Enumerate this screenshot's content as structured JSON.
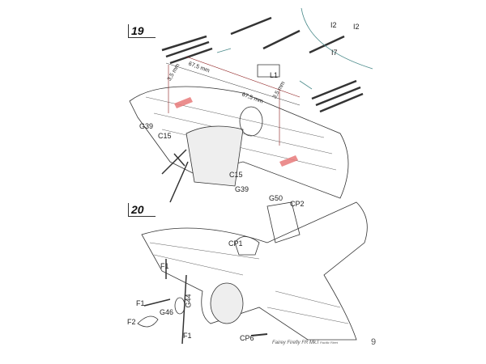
{
  "steps": [
    {
      "number": "19"
    },
    {
      "number": "20"
    }
  ],
  "dimensions": {
    "gap_left": "3,5 mm",
    "span_left": "67,5 mm",
    "span_right": "67,5 mm",
    "gap_right": "3,5 mm"
  },
  "parts": {
    "i2a": "I2",
    "i2b": "I2",
    "i7": "I7",
    "l1": "L1",
    "g39a": "G39",
    "c15a": "C15",
    "c15b": "C15",
    "g39b": "G39",
    "g50": "G50",
    "cp2": "CP2",
    "cp1": "CP1",
    "f1a": "F1",
    "f1b": "F1",
    "g44": "G44",
    "g46": "G46",
    "f2": "F2",
    "f1c": "F1",
    "cp6": "CP6"
  },
  "footer": {
    "title": "Fairey Firefly FR Mk.I",
    "subtitle": "Pacific Fleet",
    "page": "9"
  },
  "colors": {
    "highlight": "#e87a7a",
    "callout": "#4a8a8a",
    "guide": "#8b1a1a"
  }
}
